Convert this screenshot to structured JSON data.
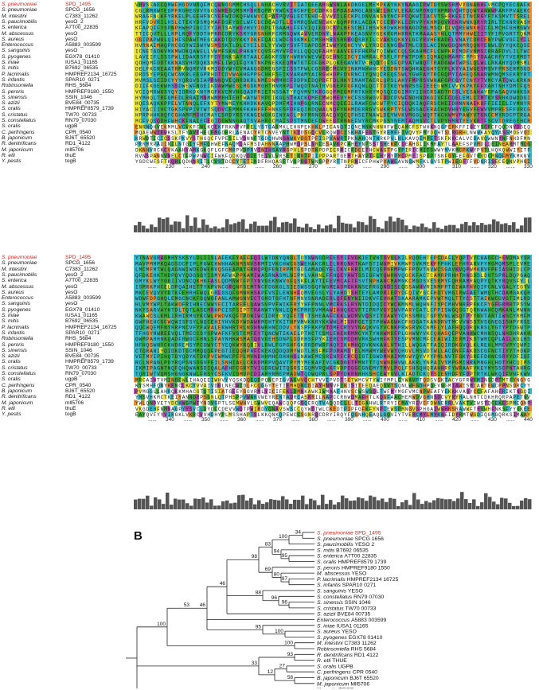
{
  "panel_b": {
    "label": "B"
  },
  "alignment_1": {
    "ruler_ticks": [
      "230",
      "240",
      "250",
      "260",
      "270",
      "280",
      "290",
      "300",
      "310",
      "320",
      "330"
    ],
    "ruler_dots": "......"
  },
  "alignment_2": {
    "ruler_ticks": [
      "340",
      "350",
      "360",
      "370",
      "380",
      "390",
      "400",
      "410",
      "420",
      "430",
      "440"
    ],
    "ruler_dots": "......"
  },
  "rows_block1": [
    {
      "sp": "S. pneumoniae",
      "id": "SPD_1495",
      "ref": true
    },
    {
      "sp": "S. pneumoniae",
      "id": "SPCG_1656"
    },
    {
      "sp": "M. intestini",
      "id": "C7383_11262"
    },
    {
      "sp": "S. paucimobilis",
      "id": "yesO_2"
    },
    {
      "sp": "S. enterica",
      "id": "A7T00_22835"
    },
    {
      "sp": "M. abscessus",
      "id": "yesO"
    },
    {
      "sp": "S. aureus",
      "id": "yesO"
    },
    {
      "sp": "Enterococcus",
      "id": "A5883_003599"
    },
    {
      "sp": "S. sanguinis",
      "id": "yesO"
    },
    {
      "sp": "S. pyogenes",
      "id": "EGX78_01410"
    },
    {
      "sp": "S. iniae",
      "id": "IUSA1_01165"
    },
    {
      "sp": "S. mitis",
      "id": "B7692_06535"
    },
    {
      "sp": "P. lacrimalis",
      "id": "HMPREF2134_16725"
    },
    {
      "sp": "S. infantis",
      "id": "SPAR10_0271"
    },
    {
      "sp": "Robinsoniella",
      "id": "RHS_5684"
    },
    {
      "sp": "S. peroris",
      "id": "HMPREF9180_1550"
    },
    {
      "sp": "S. sinensis",
      "id": "SSIN_1046"
    },
    {
      "sp": "S. azizii",
      "id": "BVE84_00735"
    },
    {
      "sp": "S. oralis",
      "id": "HMPREF8579_1739"
    },
    {
      "sp": "S. cristatus",
      "id": "TW70_00733"
    },
    {
      "sp": "S. constellatus",
      "id": "RN79_07030"
    },
    {
      "sp": "S. oralis",
      "id": "ugpB"
    },
    {
      "sp": "C. perfringens",
      "id": "CPR_0540"
    },
    {
      "sp": "B. japonicum",
      "id": "BJ6T_65520"
    },
    {
      "sp": "R. denitrificans",
      "id": "RD1_4122"
    },
    {
      "sp": "M. japonicum",
      "id": "mll5706"
    },
    {
      "sp": "R. etli",
      "id": "thuE"
    },
    {
      "sp": "Y. pestis",
      "id": "togB"
    }
  ],
  "rows_block2": [
    {
      "sp": "S. pneumoniae",
      "id": "SPD_1495",
      "ref": true
    },
    {
      "sp": "S. pneumoniae",
      "id": "SPCG_1656"
    },
    {
      "sp": "M. intestini",
      "id": "C7383_11262"
    },
    {
      "sp": "S. paucimobilis",
      "id": "yesO_2"
    },
    {
      "sp": "S. enterica",
      "id": "A7T00_22835"
    },
    {
      "sp": "M. abscessus",
      "id": "yesO"
    },
    {
      "sp": "S. aureus",
      "id": "yesO"
    },
    {
      "sp": "Enterococcus",
      "id": "A5883_003599"
    },
    {
      "sp": "S. sanguinis",
      "id": "yesO"
    },
    {
      "sp": "S. pyogenes",
      "id": "EGX78_01410"
    },
    {
      "sp": "S. iniae",
      "id": "IUSA1_01165"
    },
    {
      "sp": "S. mitis",
      "id": "B7692_06535"
    },
    {
      "sp": "P. lacrimalis",
      "id": "HMPREF2134_16725"
    },
    {
      "sp": "S. infantis",
      "id": "SPAR10_0271"
    },
    {
      "sp": "Robinsoniella",
      "id": "RHS_5684"
    },
    {
      "sp": "S. peroris",
      "id": "HMPREF9180_1550"
    },
    {
      "sp": "S. sinensis",
      "id": "SSIN_1046"
    },
    {
      "sp": "S. azizii",
      "id": "BVE84_00735"
    },
    {
      "sp": "S. oralis",
      "id": "HMPREF8579_1739"
    },
    {
      "sp": "S. cristatus",
      "id": "TW70_00733"
    },
    {
      "sp": "S. constellatus",
      "id": "RN79_07030"
    },
    {
      "sp": "S. oralis",
      "id": "ugpB"
    },
    {
      "sp": "C. perfringens",
      "id": "CPR_0540"
    },
    {
      "sp": "B. japonicum",
      "id": "BJ6T_65520"
    },
    {
      "sp": "R. denitrificans",
      "id": "RD1_4122"
    },
    {
      "sp": "M. japonicum",
      "id": "mll5706"
    },
    {
      "sp": "R. etli",
      "id": "thuE"
    },
    {
      "sp": "Y. pestis",
      "id": "togB"
    }
  ],
  "tree": {
    "leaves": [
      {
        "sp": "S. pneumoniae",
        "id": "SPD_1495",
        "ref": true
      },
      {
        "sp": "S. pneumoniae",
        "id": "SPCG 1656"
      },
      {
        "sp": "S. paucimobilis",
        "id": "YESO 2"
      },
      {
        "sp": "S. mitis",
        "id": "B7692 06535"
      },
      {
        "sp": "S. enterica",
        "id": "A7T00 22835"
      },
      {
        "sp": "S. oralis",
        "id": "HMPREF8579 1739"
      },
      {
        "sp": "S. peroris",
        "id": "HMPREF9180 1550"
      },
      {
        "sp": "M. abscessus",
        "id": "YESO"
      },
      {
        "sp": "P. lacrimalis",
        "id": "HMPREF2134 16725"
      },
      {
        "sp": "S. infantis",
        "id": "SPAR10 0271"
      },
      {
        "sp": "S. sanguinis",
        "id": "YESO"
      },
      {
        "sp": "S. constellatus",
        "id": "RN79 07030"
      },
      {
        "sp": "S. sinensis",
        "id": "SSIN 1046"
      },
      {
        "sp": "S. cristatus",
        "id": "TW70 00733"
      },
      {
        "sp": "S. azizii",
        "id": "BVE84 00735"
      },
      {
        "sp": "Enterococcus",
        "id": "A5883 003599"
      },
      {
        "sp": "S. iniae",
        "id": "IUSA1 01165"
      },
      {
        "sp": "S. aureus",
        "id": "YESO"
      },
      {
        "sp": "S. pyogenes",
        "id": "EGX78 01410"
      },
      {
        "sp": "M. intestini",
        "id": "C7383 11262"
      },
      {
        "sp": "Robinsoniella",
        "id": "RHS 5684"
      },
      {
        "sp": "R. denitrificans",
        "id": "RD1 4122"
      },
      {
        "sp": "R. etli",
        "id": "THUE"
      },
      {
        "sp": "S. oralis",
        "id": "UGPB"
      },
      {
        "sp": "C. perfringens",
        "id": "CPR 0540"
      },
      {
        "sp": "B. japonicum",
        "id": "BJ6T 65520"
      },
      {
        "sp": "M. japonicum",
        "id": "Mll5706"
      },
      {
        "sp": "Y. pestis",
        "id": "TOGB"
      }
    ],
    "bootstrap": [
      "34",
      "100",
      "83",
      "94",
      "95",
      "98",
      "69",
      "80",
      "97",
      "46",
      "88",
      "58",
      "96",
      "96",
      "53",
      "46",
      "95",
      "100",
      "100",
      "100",
      "93",
      "27",
      "12",
      "33",
      "58"
    ]
  },
  "colors": {
    "reference": "#e0221c",
    "cyan": "#35b8c8",
    "green": "#3aaa3a",
    "magenta": "#b04aa8",
    "yellow": "#e8e43a",
    "orange": "#e89030",
    "gray": "#777777"
  }
}
